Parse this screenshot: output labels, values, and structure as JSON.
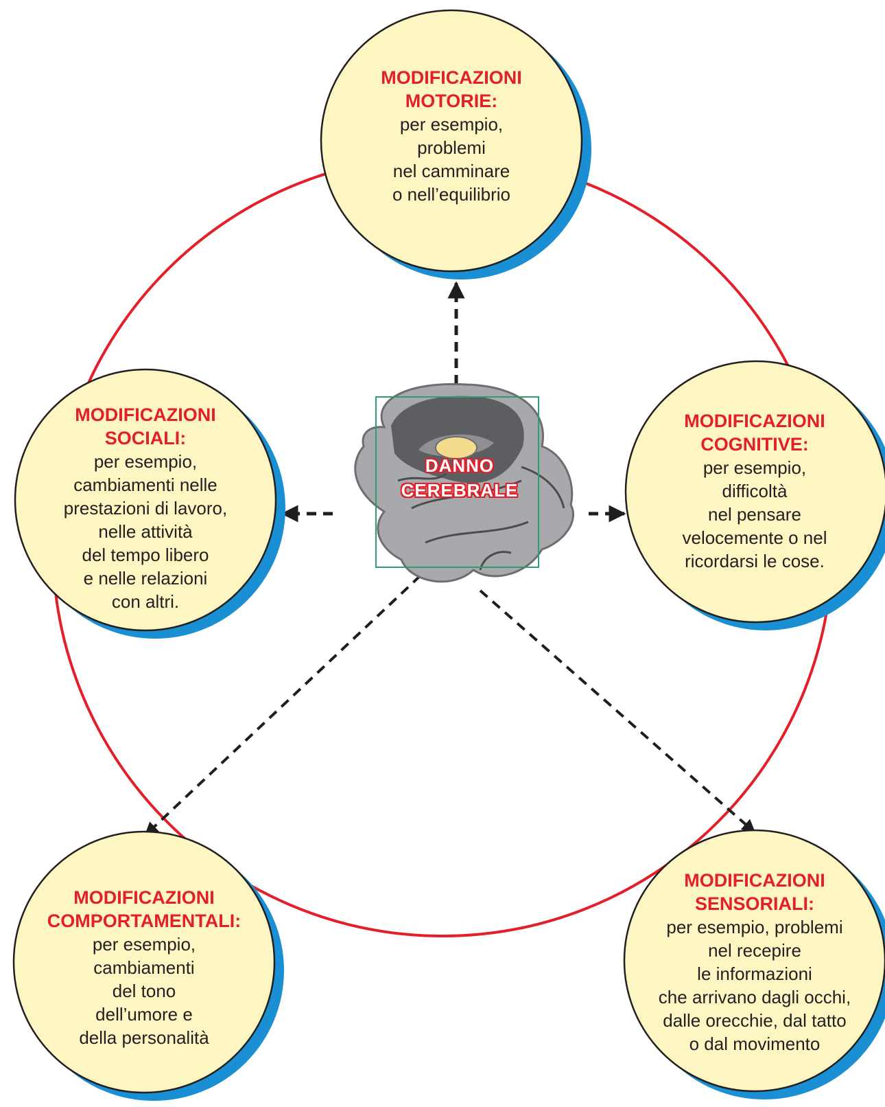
{
  "colors": {
    "ring": "#e3202a",
    "bubble_fill": "#fdf6c3",
    "bubble_shadow": "#1a8fd4",
    "title_text": "#e3202a",
    "body_text": "#231f20",
    "arrow": "#1e1e1e",
    "frame": "#2e9e6e"
  },
  "center": {
    "label_lines": [
      "DANNO",
      "CEREBRALE"
    ],
    "icon": "brain-icon"
  },
  "nodes": [
    {
      "id": "motorie",
      "title_lines": [
        "MODIFICAZIONI",
        "MOTORIE:"
      ],
      "body_lines": [
        "per esempio,",
        "problemi",
        "nel camminare",
        "o nell’equilibrio"
      ]
    },
    {
      "id": "sociali",
      "title_lines": [
        "MODIFICAZIONI",
        "SOCIALI:"
      ],
      "body_lines": [
        "per esempio,",
        "cambiamenti nelle",
        "prestazioni di lavoro,",
        "nelle attività",
        "del tempo libero",
        "e nelle relazioni",
        "con altri."
      ]
    },
    {
      "id": "cognitive",
      "title_lines": [
        "MODIFICAZIONI",
        "COGNITIVE:"
      ],
      "body_lines": [
        "per esempio,",
        "difficoltà",
        "nel pensare",
        "velocemente o nel",
        "ricordarsi le cose."
      ]
    },
    {
      "id": "comportamentali",
      "title_lines": [
        "MODIFICAZIONI",
        "COMPORTAMENTALI:"
      ],
      "body_lines": [
        "per esempio,",
        "cambiamenti",
        "del tono",
        "dell’umore e",
        "della personalità"
      ]
    },
    {
      "id": "sensoriali",
      "title_lines": [
        "MODIFICAZIONI",
        "SENSORIALI:"
      ],
      "body_lines": [
        "per esempio, problemi",
        "nel recepire",
        "le informazioni",
        "che arrivano dagli occhi,",
        "dalle orecchie, dal tatto",
        "o dal movimento"
      ]
    }
  ]
}
